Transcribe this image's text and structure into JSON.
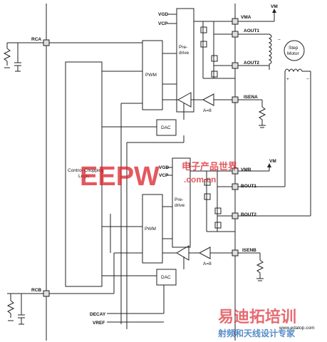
{
  "pins": {
    "vma": "VMA",
    "aout1": "AOUT1",
    "aout2": "AOUT2",
    "isena": "ISENA",
    "vmb": "VMB",
    "bout1": "BOUT1",
    "bout2": "BOUT2",
    "isenb": "ISENB",
    "rca": "RCA",
    "rcb": "RCB",
    "decay": "DECAY",
    "vref": "VREF"
  },
  "supply": {
    "vm_top": "VM",
    "vm_mid": "VM",
    "vgd_a": "VGD",
    "vcp_a": "VCP",
    "vgd_b": "VGD",
    "vcp_b": "VCP"
  },
  "blocks": {
    "predrive_a_line1": "Pre-",
    "predrive_a_line2": "drive",
    "predrive_b_line1": "Pre-",
    "predrive_b_line2": "drive",
    "pwm_a": "PWM",
    "pwm_b": "PWM",
    "dac_a": "DAC",
    "dac_b": "DAC",
    "logic_line1": "Control Chopping",
    "logic_line2": "Logic",
    "amp_a_gain": "A=8",
    "amp_b_gain": "A=8",
    "motor_line1": "Step",
    "motor_line2": "Motor"
  },
  "polarity": {
    "minus_top": "−",
    "plus_left": "+",
    "minus_right": "−"
  },
  "watermarks": {
    "eepw": "EEPW",
    "eepw_cn": "电子产品世界",
    "eepw_url": ".com.cn",
    "bottom_cn": "易迪拓培训",
    "bottom_cn2": "射频和天线设计专家",
    "bottom_url": "www.edatop.com"
  }
}
